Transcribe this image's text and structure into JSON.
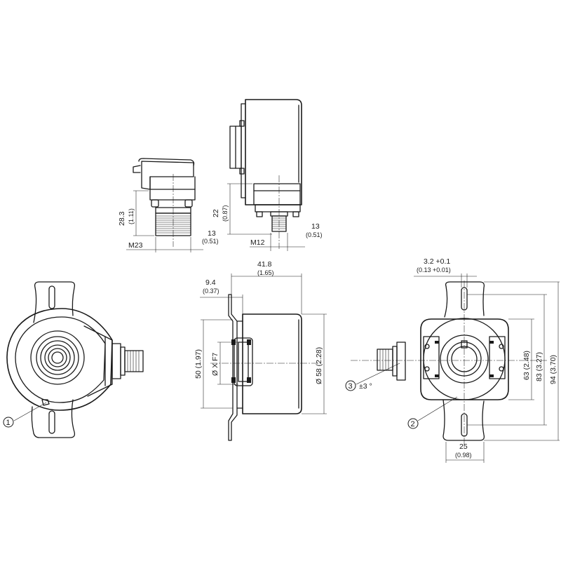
{
  "dimensions": {
    "top_left_height": "28.3",
    "top_left_height_in": "(1.11)",
    "top_left_thread": "M23",
    "top_left_offset": "13",
    "top_left_offset_in": "(0.51)",
    "top_right_height": "22",
    "top_right_height_in": "(0.87)",
    "top_right_thread": "M12",
    "top_right_offset": "13",
    "top_right_offset_in": "(0.51)",
    "side_length": "41.8",
    "side_length_in": "(1.65)",
    "side_flange": "9.4",
    "side_flange_in": "(0.37)",
    "side_bore": "50 (1.97)",
    "side_shaft": "Ø X F7",
    "side_diameter": "Ø 58 (2.28)",
    "front_slot": "3.2 +0.1",
    "front_slot_in": "(0.13 +0.01)",
    "front_h1": "63 (2.48)",
    "front_h2": "83 (3.27)",
    "front_h3": "94 (3.70)",
    "front_width": "25",
    "front_width_in": "(0.98)",
    "front_angle": "±3 °"
  },
  "callouts": {
    "c1": "1",
    "c2": "2",
    "c3": "3"
  }
}
